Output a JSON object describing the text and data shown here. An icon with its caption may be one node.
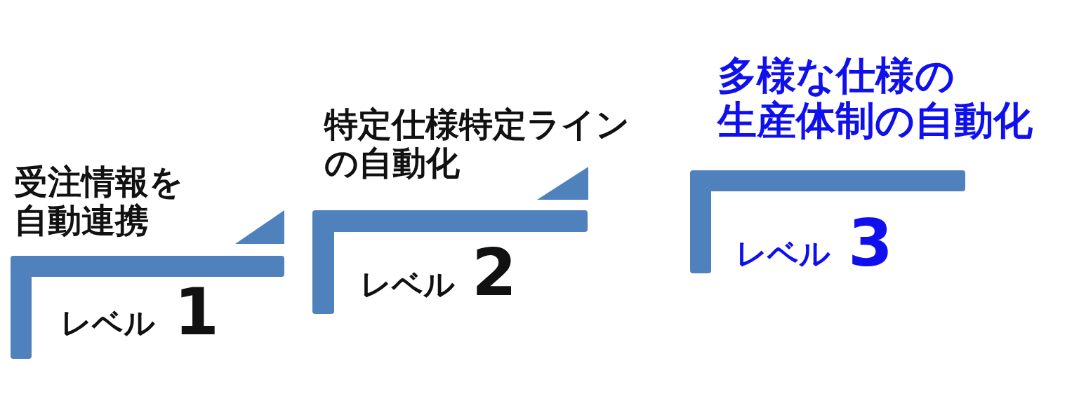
{
  "diagram": {
    "nodes": [
      {
        "text": [
          "受注情報を自動連携",
          "レベル",
          "1"
        ]
      },
      {
        "text": [
          "特定仕様特定ラインの自動化",
          "レベル",
          "2"
        ]
      },
      {
        "text": [
          "多様な仕様の生産体制の自動化",
          "レベル",
          "3"
        ]
      }
    ]
  }
}
